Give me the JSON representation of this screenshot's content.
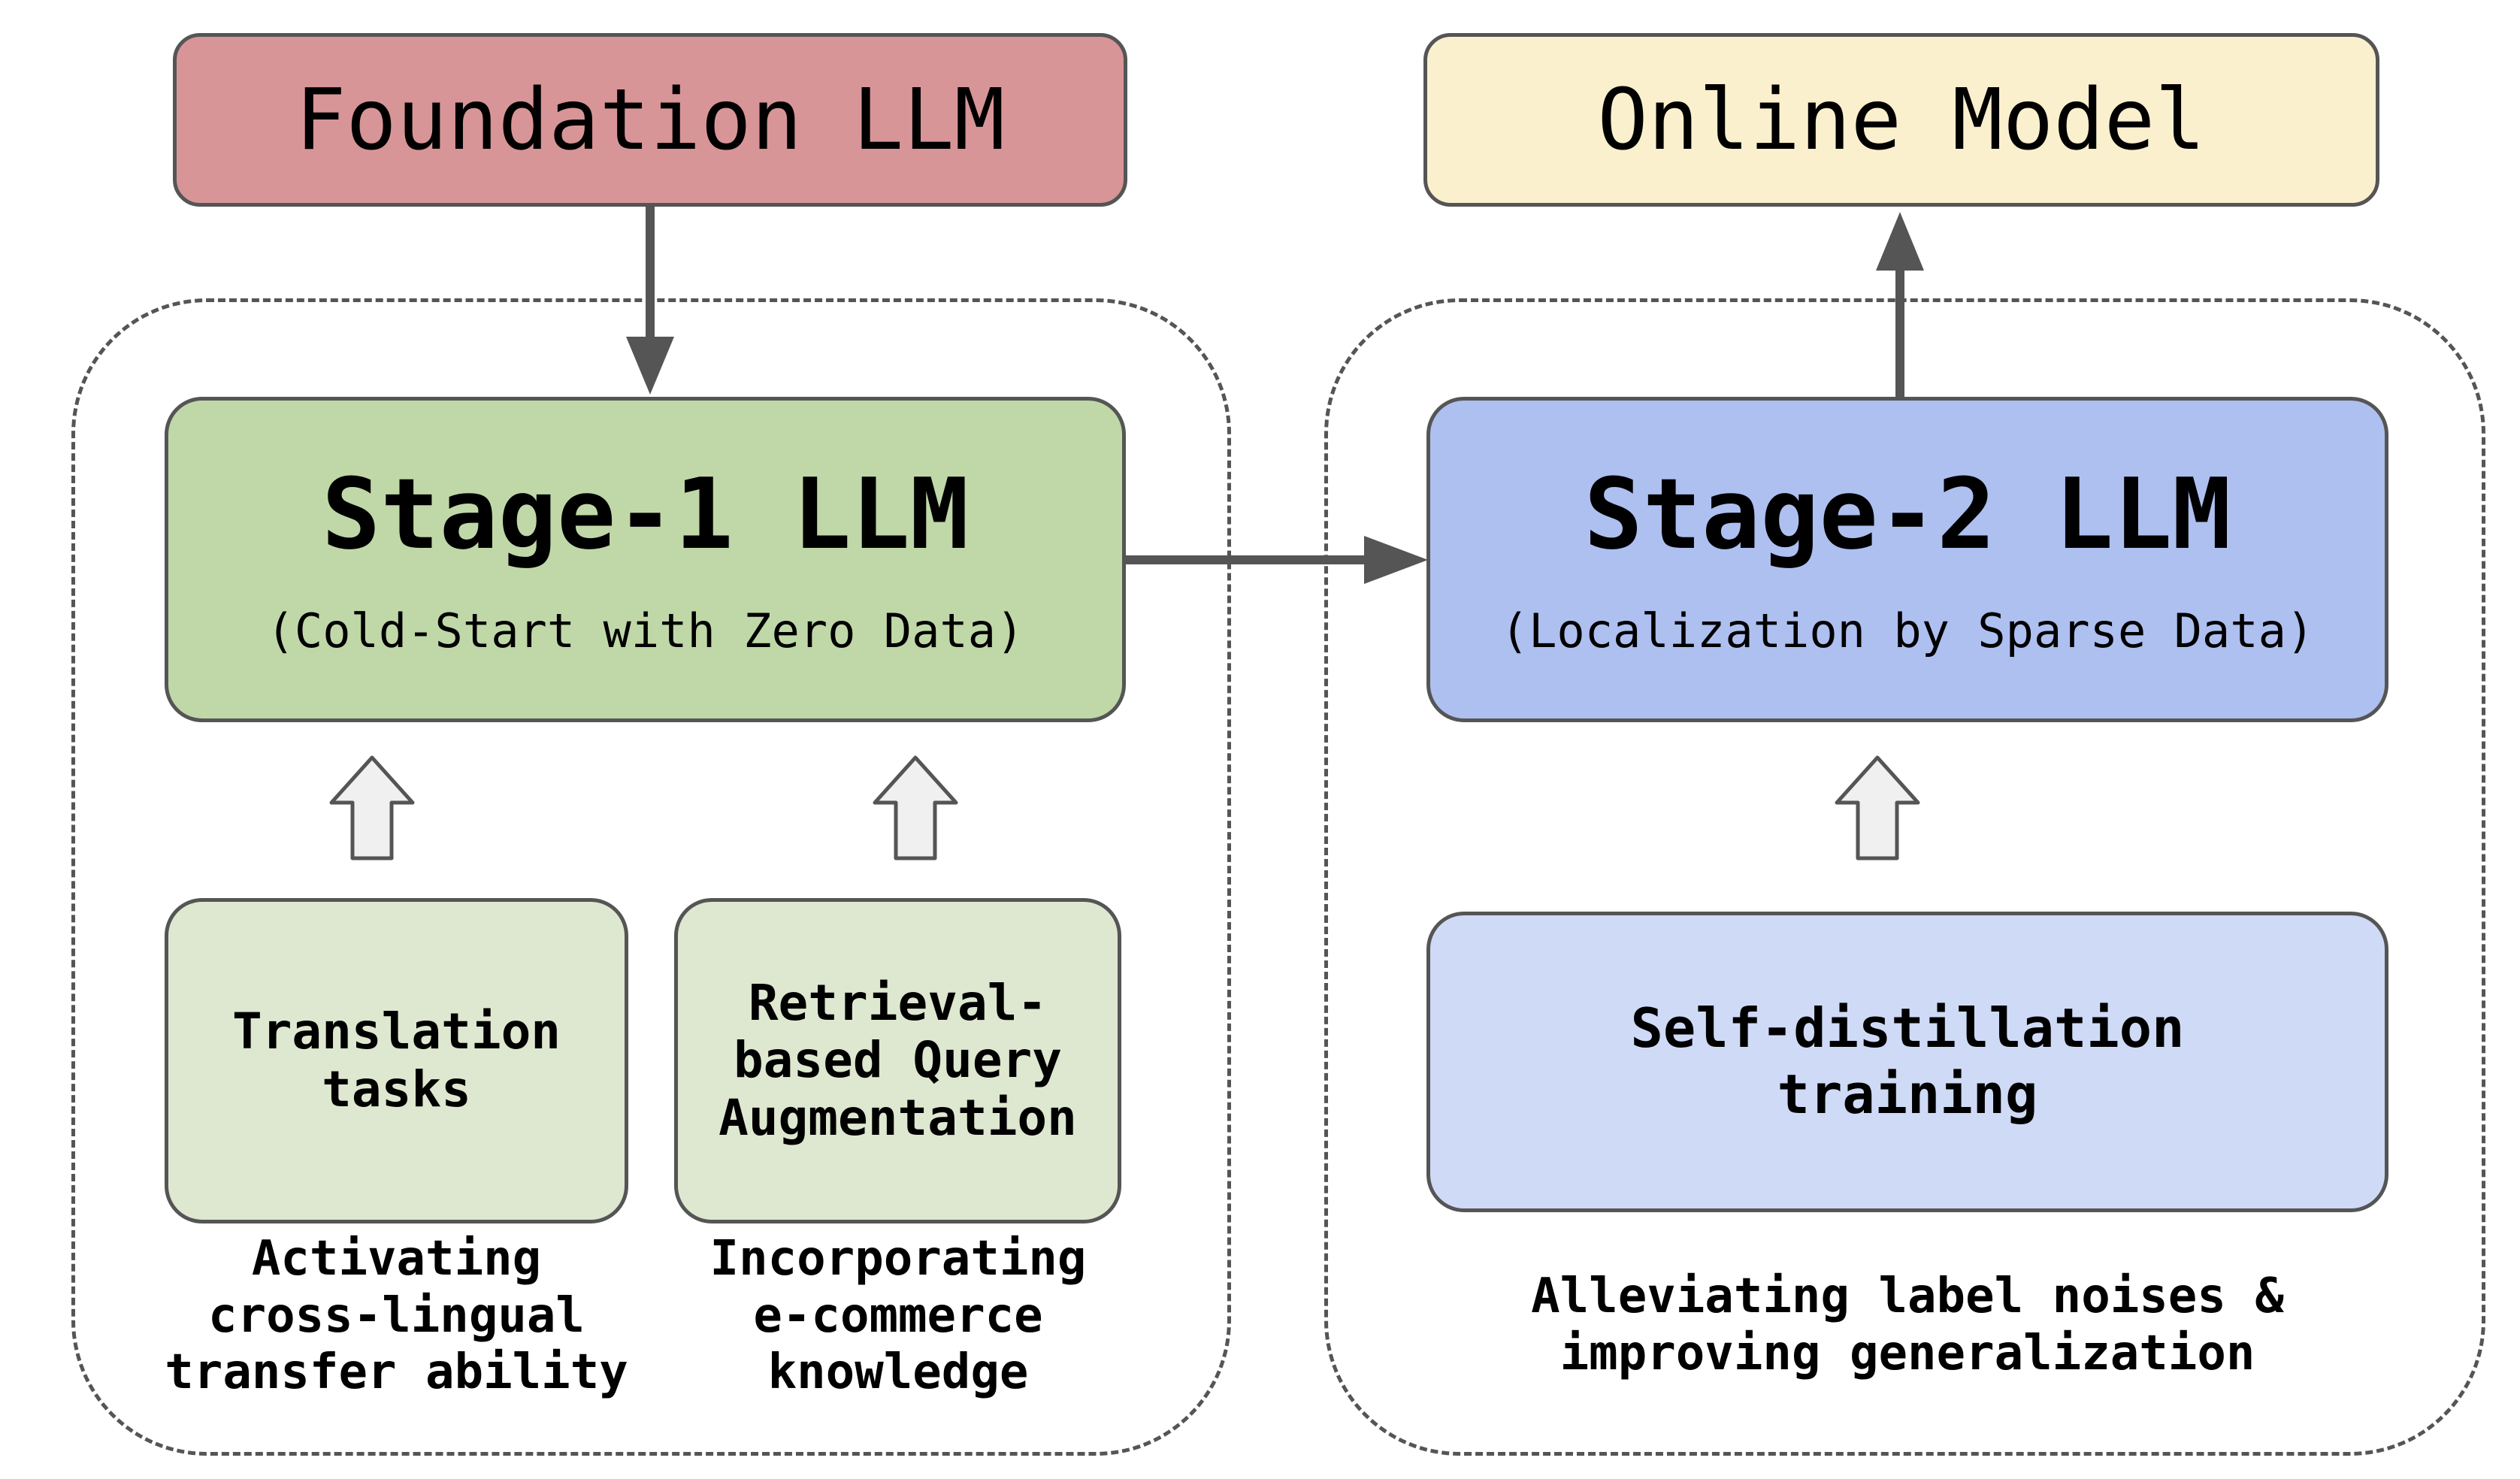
{
  "diagram": {
    "foundation": {
      "label": "Foundation LLM",
      "color": "#d89598"
    },
    "online": {
      "label": "Online Model",
      "color": "#fbf0cd"
    },
    "stage1": {
      "title": "Stage-1 LLM",
      "subtitle": "(Cold-Start with Zero Data)",
      "color": "#c0d8a8",
      "inputs": [
        {
          "label": "Translation\ntasks",
          "caption": "Activating\ncross-lingual\ntransfer ability"
        },
        {
          "label": "Retrieval-\nbased Query\nAugmentation",
          "caption": "Incorporating\ne-commerce\nknowledge"
        }
      ],
      "input_color": "#dee8d0"
    },
    "stage2": {
      "title": "Stage-2 LLM",
      "subtitle": "(Localization by Sparse Data)",
      "color": "#aec0f0",
      "inputs": [
        {
          "label": "Self-distillation\ntraining",
          "caption": "Alleviating label noises &\nimproving generalization"
        }
      ],
      "input_color": "#cfdaf6"
    },
    "colors": {
      "border": "#555555",
      "arrow": "#555555",
      "hollow_arrow_fill": "#f0f0f0"
    }
  }
}
